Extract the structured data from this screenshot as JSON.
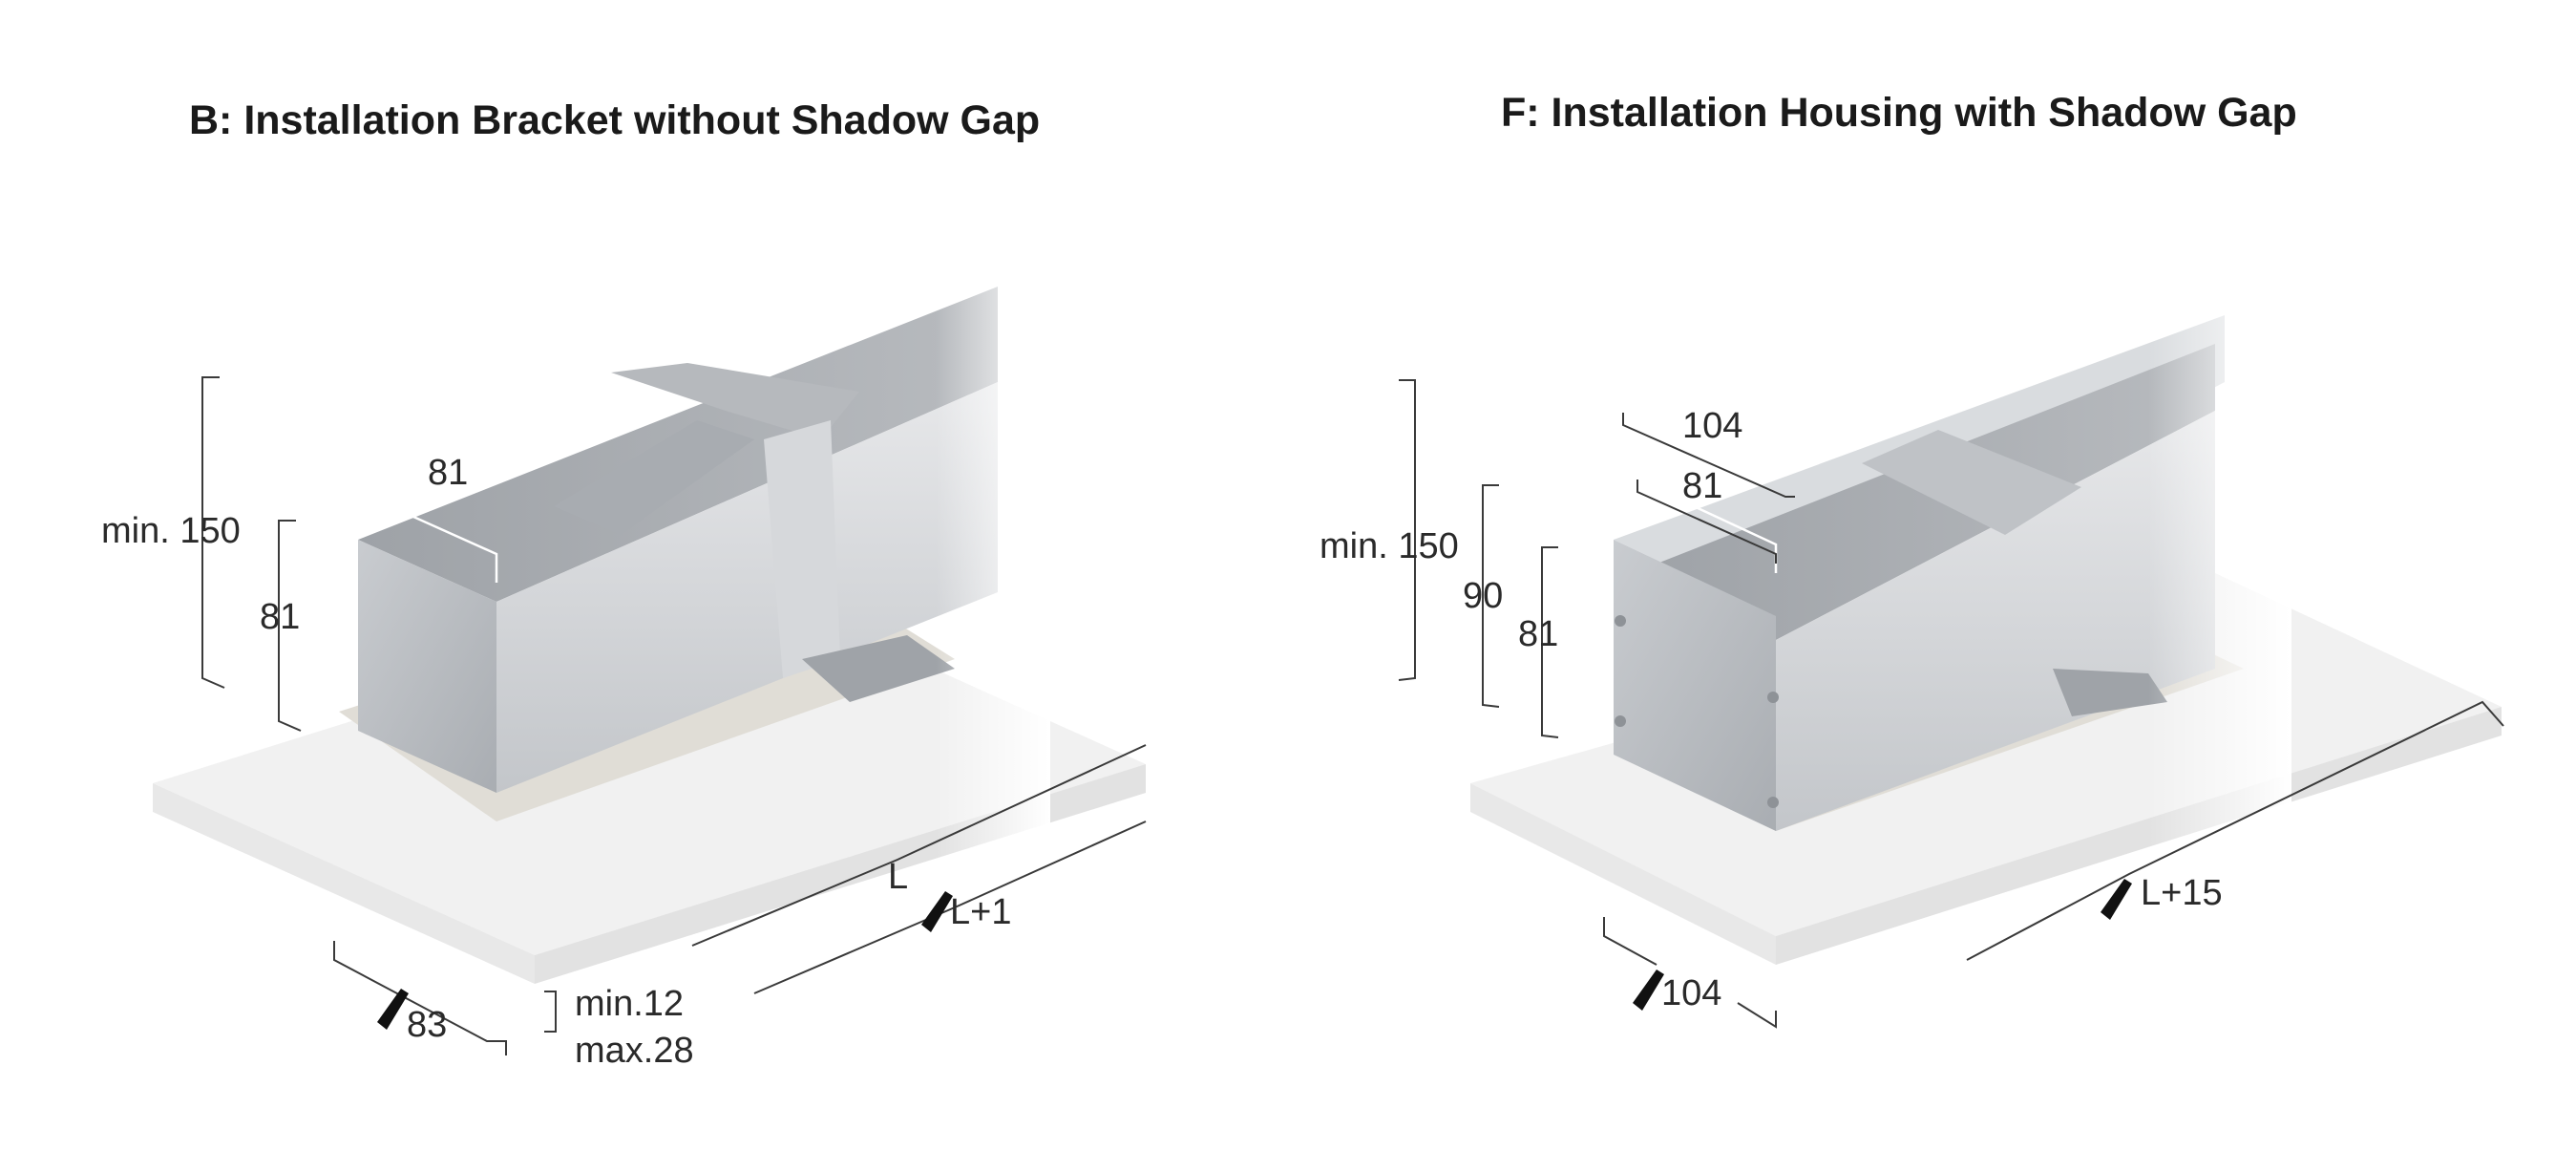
{
  "left": {
    "title": "B: Installation Bracket without Shadow Gap",
    "dims": {
      "min150": "min. 150",
      "h81": "81",
      "w81": "81",
      "L": "L",
      "L1": "L+1",
      "w83": "83",
      "min12": "min.12",
      "max28": "max.28"
    }
  },
  "right": {
    "title": "F: Installation Housing with Shadow Gap",
    "dims": {
      "min150": "min. 150",
      "h90": "90",
      "h81": "81",
      "w104top": "104",
      "w81": "81",
      "L15": "L+15",
      "w104": "104"
    }
  }
}
